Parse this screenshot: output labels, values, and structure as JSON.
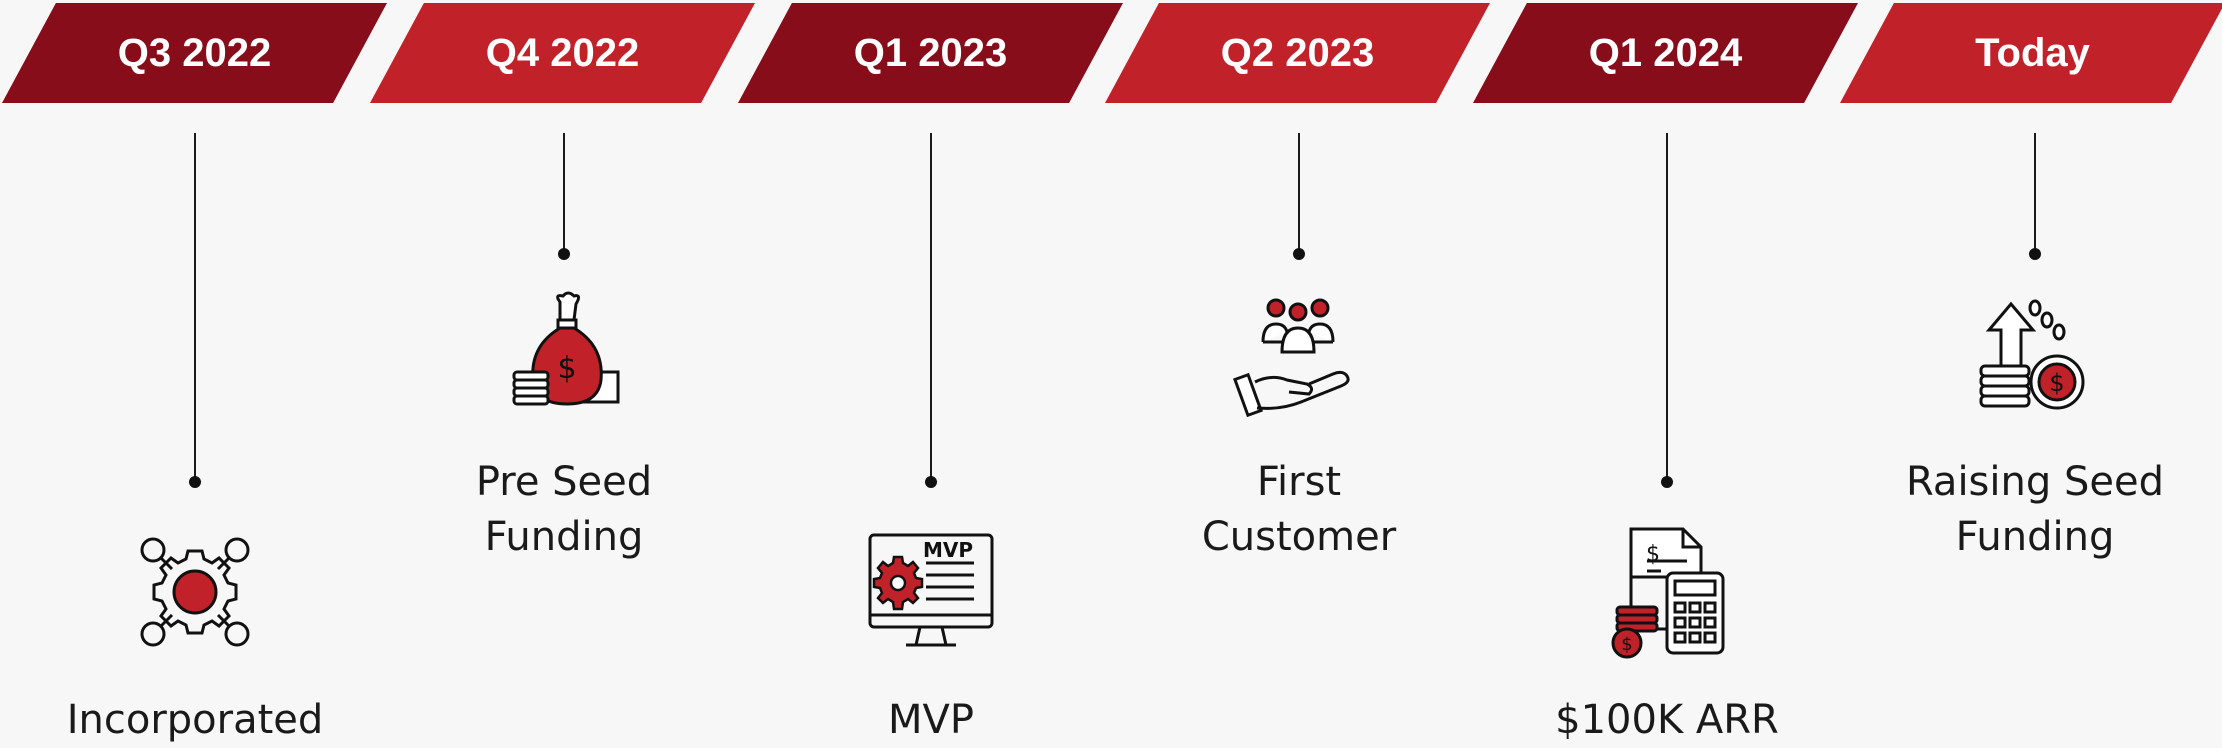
{
  "timeline": {
    "periods": [
      {
        "label": "Q3 2022"
      },
      {
        "label": "Q4 2022"
      },
      {
        "label": "Q1 2023"
      },
      {
        "label": "Q2 2023"
      },
      {
        "label": "Q1 2024"
      },
      {
        "label": "Today"
      }
    ],
    "milestones": [
      {
        "label": "Incorporated",
        "icon": "gear-network-icon"
      },
      {
        "label": "Pre Seed\nFunding",
        "icon": "money-bag-icon"
      },
      {
        "label": "MVP",
        "icon": "mvp-monitor-icon",
        "icon_text": "MVP"
      },
      {
        "label": "First\nCustomer",
        "icon": "hand-people-icon"
      },
      {
        "label": "$100K ARR",
        "icon": "calculator-coins-icon"
      },
      {
        "label": "Raising Seed\nFunding",
        "icon": "growth-coins-icon"
      }
    ]
  },
  "colors": {
    "dark_red": "#860d19",
    "red": "#c12129",
    "background": "#f8f7f7"
  }
}
